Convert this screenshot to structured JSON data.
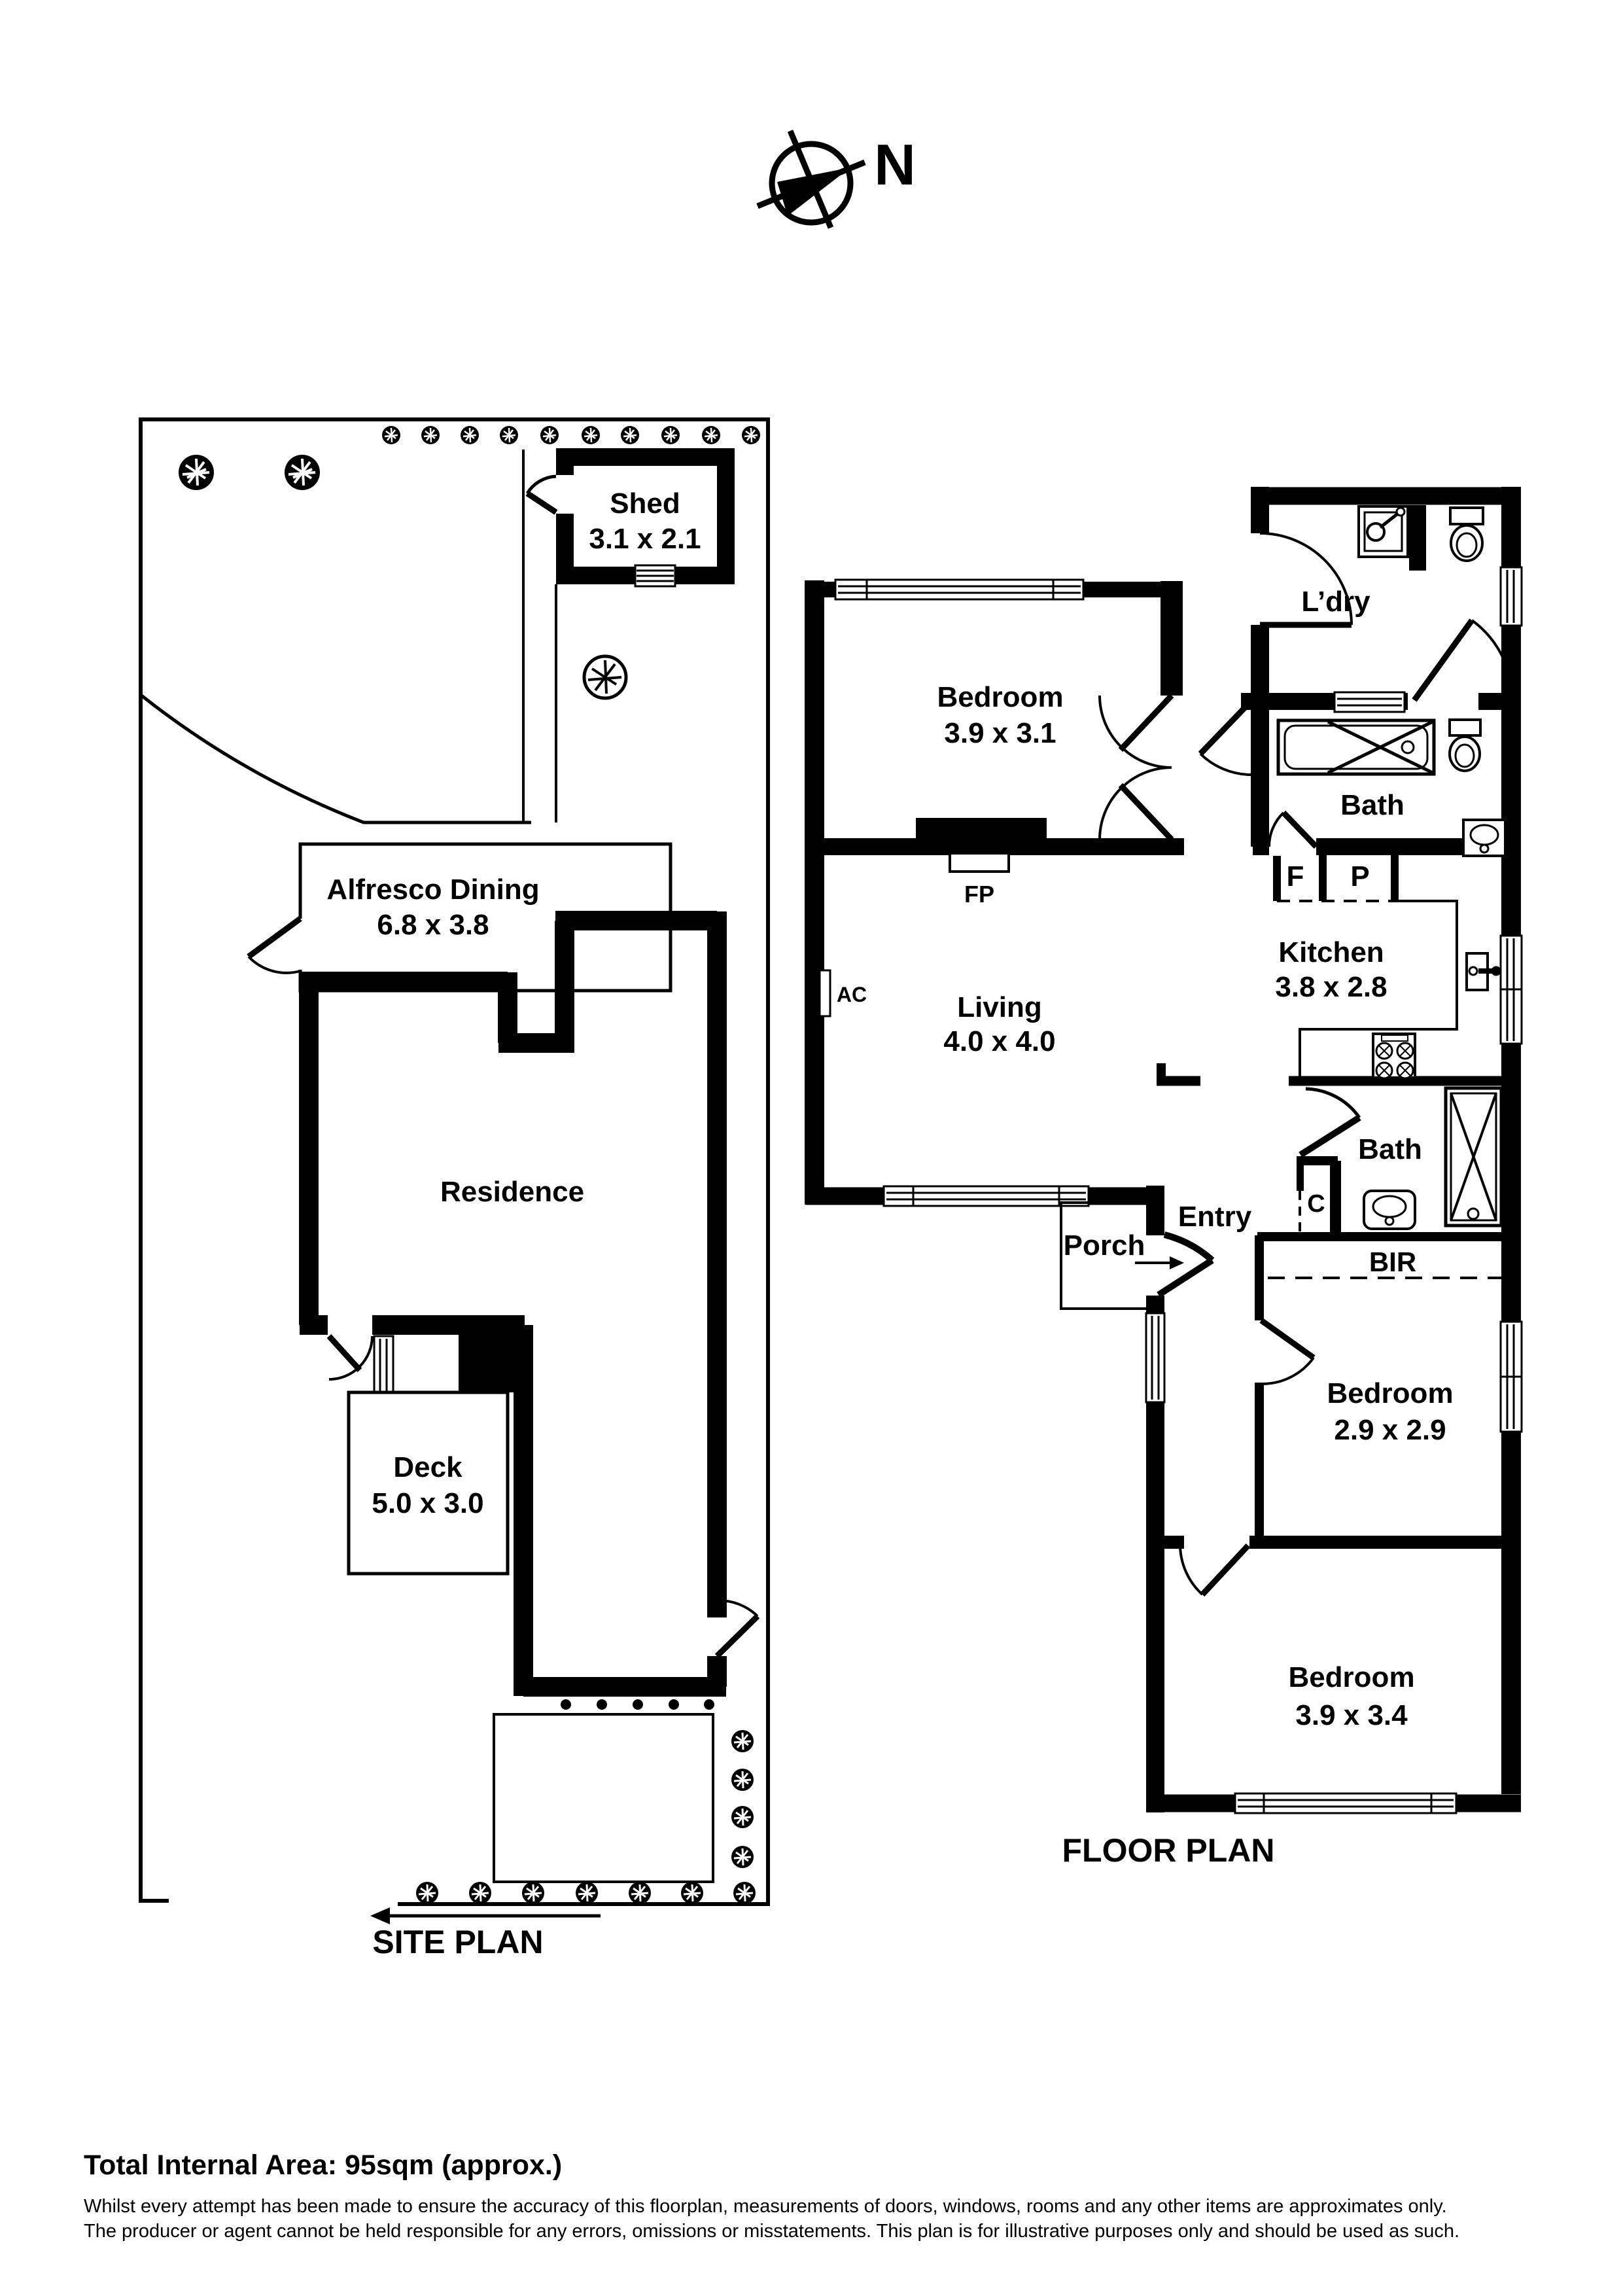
{
  "colors": {
    "ink": "#000000",
    "paper": "#ffffff"
  },
  "compass": {
    "north_label": "N"
  },
  "site_plan": {
    "title": "SITE PLAN",
    "shed": {
      "name": "Shed",
      "dims": "3.1 x 2.1"
    },
    "alfresco": {
      "name": "Alfresco Dining",
      "dims": "6.8 x 3.8"
    },
    "residence": {
      "name": "Residence"
    },
    "deck": {
      "name": "Deck",
      "dims": "5.0 x 3.0"
    }
  },
  "floor_plan": {
    "title": "FLOOR PLAN",
    "bedroom_top": {
      "name": "Bedroom",
      "dims": "3.9 x 3.1"
    },
    "laundry": {
      "name": "L’dry"
    },
    "bath_top": {
      "name": "Bath"
    },
    "bath_middle": {
      "name": "Bath"
    },
    "kitchen": {
      "name": "Kitchen",
      "dims": "3.8 x 2.8"
    },
    "living": {
      "name": "Living",
      "dims": "4.0 x 4.0"
    },
    "bedroom_middle": {
      "name": "Bedroom",
      "dims": "2.9 x 2.9"
    },
    "bedroom_bottom": {
      "name": "Bedroom",
      "dims": "3.9 x 3.4"
    },
    "fireplace": "FP",
    "air_conditioner": "AC",
    "fridge": "F",
    "pantry": "P",
    "cupboard": "C",
    "robe": "BIR",
    "entry": "Entry",
    "porch": "Porch"
  },
  "footer": {
    "area": "Total Internal Area: 95sqm (approx.)",
    "disclaimer_line1": "Whilst every attempt has been made to ensure the accuracy of this floorplan, measurements of doors, windows, rooms and any other items are approximates only.",
    "disclaimer_line2": "The producer or agent cannot be held responsible for any errors, omissions or misstatements. This plan is for illustrative purposes only and should be used as such."
  }
}
